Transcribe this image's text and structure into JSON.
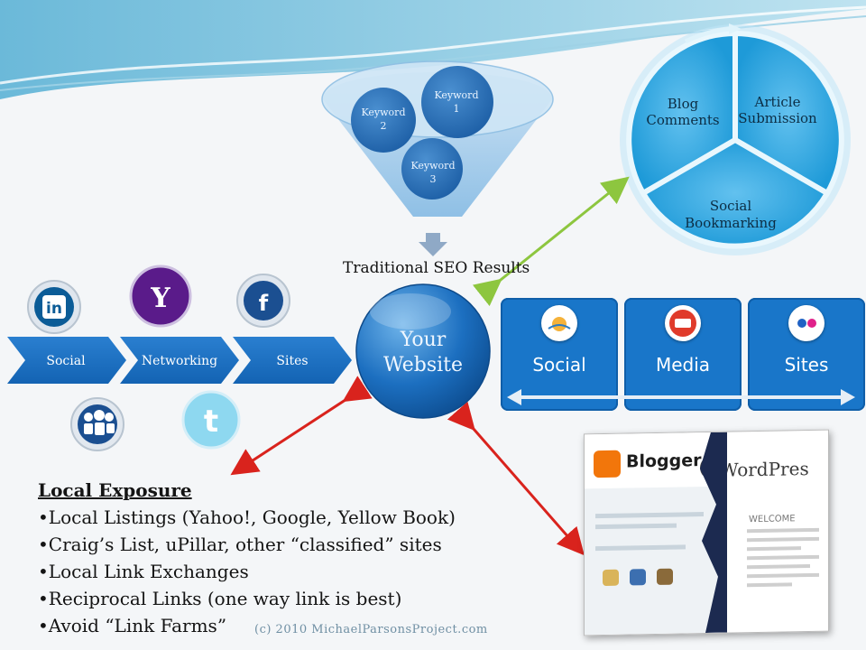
{
  "funnel": {
    "keywords": [
      {
        "line1": "Keyword",
        "line2": "2"
      },
      {
        "line1": "Keyword",
        "line2": "1"
      },
      {
        "line1": "Keyword",
        "line2": "3"
      }
    ],
    "result_label": "Traditional SEO Results"
  },
  "cycle": {
    "segments": [
      {
        "line1": "Blog",
        "line2": "Comments"
      },
      {
        "line1": "Article",
        "line2": "Submission"
      },
      {
        "line1": "Social",
        "line2": "Bookmarking"
      }
    ]
  },
  "networking": {
    "chevrons": [
      "Social",
      "Networking",
      "Sites"
    ],
    "icons": [
      "linkedin-icon",
      "yahoo-icon",
      "facebook-icon",
      "myspace-icon",
      "twitter-icon"
    ]
  },
  "center": {
    "line1": "Your",
    "line2": "Website"
  },
  "media": {
    "panels": [
      {
        "label": "Social",
        "icon": "sun-icon"
      },
      {
        "label": "Media",
        "icon": "youtube-icon"
      },
      {
        "label": "Sites",
        "icon": "flickr-icon"
      }
    ]
  },
  "local": {
    "heading": "Local Exposure",
    "items": [
      "•Local Listings (Yahoo!, Google, Yellow Book)",
      "•Craig’s List, uPillar, other “classified” sites",
      "•Local Link Exchanges",
      "•Reciprocal Links (one way link is best)",
      "•Avoid “Link Farms”"
    ]
  },
  "blog": {
    "blogger": "Blogger",
    "wordpress": "WordPres",
    "welcome": "WELCOME"
  },
  "credit": "(c) 2010  MichaelParsonsProject.com",
  "colors": {
    "primary_blue": "#1976c9",
    "accent_red": "#d9231d",
    "accent_green": "#8dc63f"
  }
}
